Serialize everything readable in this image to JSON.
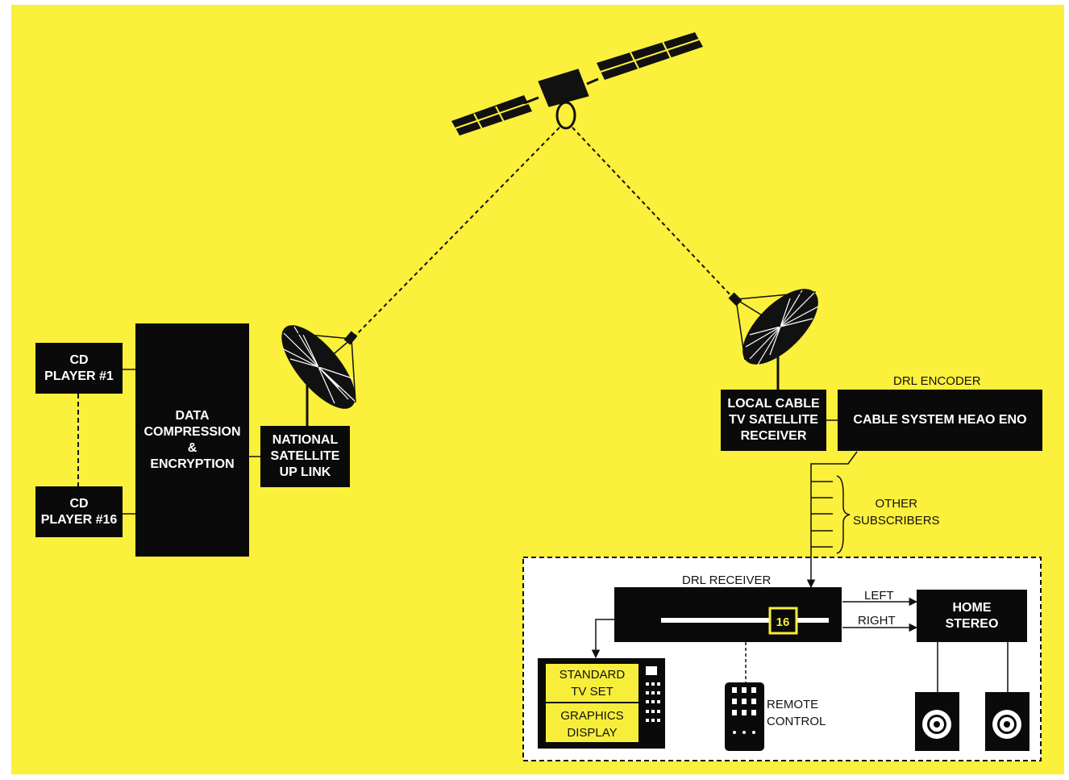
{
  "colors": {
    "background": "#fbf03b",
    "block": "#0a0a0a",
    "block_text": "#ffffff",
    "receiver_panel": "#ffffff",
    "screen": "#f7ee3c"
  },
  "blocks": {
    "cd_player_1": "CD\nPLAYER #1",
    "cd_player_16": "CD\nPLAYER #16",
    "compression": "DATA\nCOMPRESSION\n&\nENCRYPTION",
    "uplink": "NATIONAL\nSATELLITE\nUP LINK",
    "local_receiver": "LOCAL CABLE\nTV SATELLITE\nRECEIVER",
    "head_end": "CABLE SYSTEM HEAO ENO",
    "home_stereo": "HOME\nSTEREO"
  },
  "labels": {
    "drl_encoder": "DRL ENCODER",
    "other_subscribers": "OTHER\nSUBSCRIBERS",
    "drl_receiver": "DRL RECEIVER",
    "left": "LEFT",
    "right": "RIGHT",
    "remote_control": "REMOTE\nCONTROL",
    "channel_display": "16",
    "tv_top": "STANDARD\nTV SET",
    "tv_bottom": "GRAPHICS\nDISPLAY"
  },
  "icons": {
    "satellite": "satellite-icon",
    "uplink_dish": "satellite-dish-icon",
    "downlink_dish": "satellite-dish-icon",
    "tv": "tv-icon",
    "remote": "remote-control-icon",
    "speaker": "speaker-icon"
  }
}
